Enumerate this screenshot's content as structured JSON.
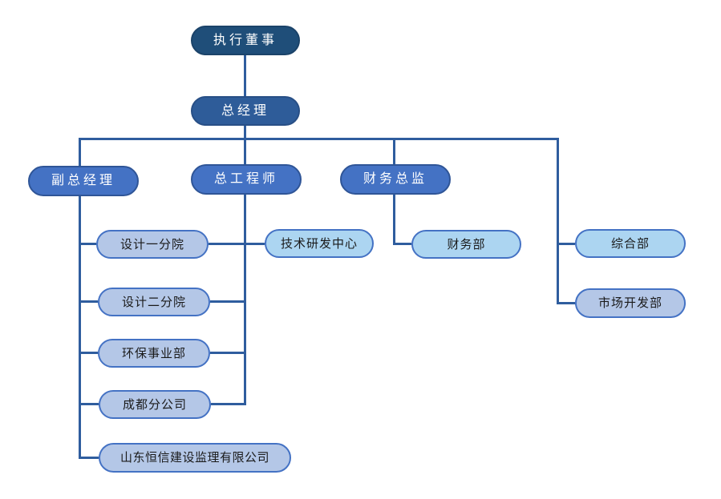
{
  "diagram": {
    "type": "org-chart",
    "background": "#FFFFFF",
    "colors": {
      "connector": "#2F5D9E",
      "dark_fill": "#1F4E79",
      "dark_border": "#1B4369",
      "dark_text": "#FFFFFF",
      "medium_fill": "#2E5C99",
      "medium_border": "#284F86",
      "medium_text": "#FFFFFF",
      "primary_fill": "#4472C4",
      "primary_border": "#2F5597",
      "primary_text": "#FFFFFF",
      "periwinkle_fill": "#B4C7E7",
      "periwinkle_border": "#4472C4",
      "periwinkle_text": "#1A1A1A",
      "sky_fill": "#ACD5F1",
      "sky_border": "#4472C4",
      "sky_text": "#1A1A1A"
    },
    "nodes": [
      {
        "id": "exec",
        "label": "执行董事",
        "level": 1,
        "style": "dark"
      },
      {
        "id": "gm",
        "label": "总经理",
        "level": 2,
        "style": "medium"
      },
      {
        "id": "dgm",
        "label": "副总经理",
        "level": 3,
        "style": "primary"
      },
      {
        "id": "ce",
        "label": "总工程师",
        "level": 3,
        "style": "primary"
      },
      {
        "id": "cfo",
        "label": "财务总监",
        "level": 3,
        "style": "primary"
      },
      {
        "id": "d1",
        "label": "设计一分院",
        "level": 4,
        "style": "periwinkle"
      },
      {
        "id": "d2",
        "label": "设计二分院",
        "level": 4,
        "style": "periwinkle"
      },
      {
        "id": "ep",
        "label": "环保事业部",
        "level": 4,
        "style": "periwinkle"
      },
      {
        "id": "cd",
        "label": "成都分公司",
        "level": 4,
        "style": "periwinkle"
      },
      {
        "id": "sd",
        "label": "山东恒信建设监理有限公司",
        "level": 4,
        "style": "periwinkle"
      },
      {
        "id": "rd",
        "label": "技术研发中心",
        "level": 4,
        "style": "sky"
      },
      {
        "id": "fin",
        "label": "财务部",
        "level": 4,
        "style": "sky"
      },
      {
        "id": "ga",
        "label": "综合部",
        "level": 4,
        "style": "sky"
      },
      {
        "id": "mkt",
        "label": "市场开发部",
        "level": 4,
        "style": "periwinkle"
      }
    ],
    "edges": [
      {
        "from": "exec",
        "to": "gm"
      },
      {
        "from": "gm",
        "to": "dgm"
      },
      {
        "from": "gm",
        "to": "ce"
      },
      {
        "from": "gm",
        "to": "cfo"
      },
      {
        "from": "gm",
        "to": "ga"
      },
      {
        "from": "gm",
        "to": "mkt"
      },
      {
        "from": "dgm",
        "to": "d1"
      },
      {
        "from": "dgm",
        "to": "d2"
      },
      {
        "from": "dgm",
        "to": "ep"
      },
      {
        "from": "dgm",
        "to": "cd"
      },
      {
        "from": "dgm",
        "to": "sd"
      },
      {
        "from": "ce",
        "to": "rd"
      },
      {
        "from": "ce",
        "to": "d1"
      },
      {
        "from": "ce",
        "to": "d2"
      },
      {
        "from": "ce",
        "to": "ep"
      },
      {
        "from": "ce",
        "to": "cd"
      },
      {
        "from": "cfo",
        "to": "fin"
      }
    ]
  }
}
